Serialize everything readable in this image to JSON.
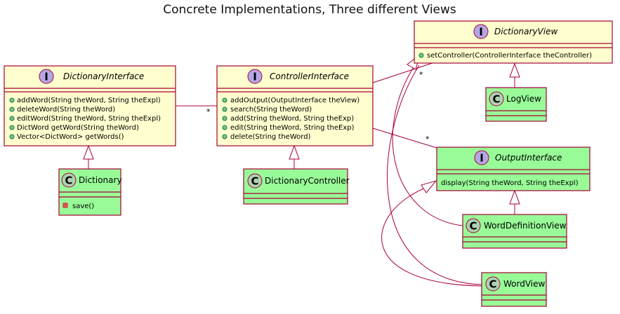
{
  "title": "Concrete Implementations, Three different Views",
  "classes": {
    "dictionary_view": {
      "stereo": "I",
      "name": "DictionaryView",
      "members": [
        "setController(ControllerInterface theController)"
      ]
    },
    "dictionary_interface": {
      "stereo": "I",
      "name": "DictionaryInterface",
      "members": [
        "addWord(String theWord, String theExpl)",
        "deleteWord(String theWord)",
        "editWord(String theWord, String theExpl)",
        "DictWord getWord(String theWord)",
        "Vector<DictWord> getWords()"
      ]
    },
    "controller_interface": {
      "stereo": "I",
      "name": "ControllerInterface",
      "members": [
        "addOutput(OutputInterface theView)",
        "search(String theWord)",
        "add(String theWord, String theExp)",
        "edit(String theWord, String theExp)",
        "delete(String theWord)"
      ]
    },
    "log_view": {
      "stereo": "C",
      "name": "LogView",
      "members": []
    },
    "output_interface": {
      "stereo": "I",
      "name": "OutputInterface",
      "members": [
        "display(String theWord, String theExpl)"
      ]
    },
    "dictionary": {
      "stereo": "C",
      "name": "Dictionary",
      "members": [
        "save()"
      ]
    },
    "dictionary_controller": {
      "stereo": "C",
      "name": "DictionaryController",
      "members": []
    },
    "word_definition_view": {
      "stereo": "C",
      "name": "WordDefinitionView",
      "members": []
    },
    "word_view": {
      "stereo": "C",
      "name": "WordView",
      "members": []
    }
  },
  "multiplicities": {
    "dict_to_controller": "*",
    "controller_to_view": "*",
    "controller_to_output": "*"
  },
  "colors": {
    "interface_fill": "#fefece",
    "class_fill": "#98fb98",
    "border": "#a80036"
  }
}
